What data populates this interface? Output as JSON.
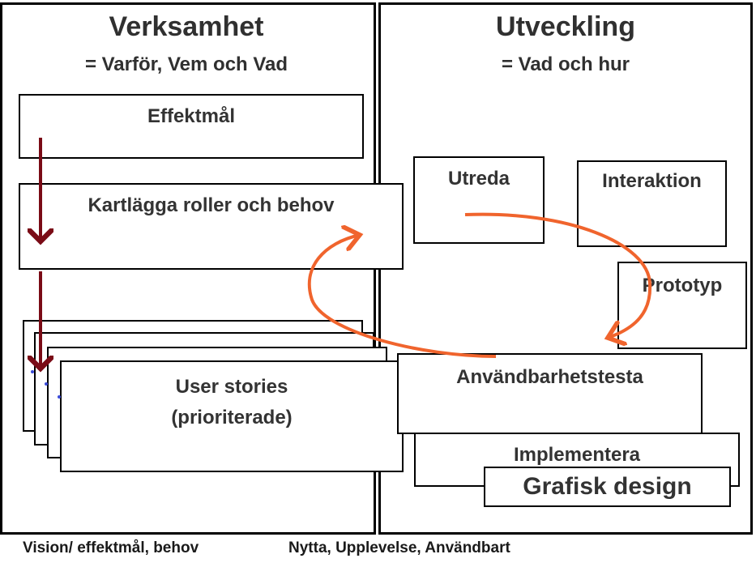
{
  "left": {
    "title": "Verksamhet",
    "subtitle": "= Varför, Vem och Vad",
    "boxes": {
      "effektmal": "Effektmål",
      "kartlagga": "Kartlägga roller och behov",
      "user_stories": "User stories (prioriterade)"
    },
    "footer": "Vision/ effektmål, behov"
  },
  "right": {
    "title": "Utveckling",
    "subtitle": "= Vad och hur",
    "boxes": {
      "utreda": "Utreda",
      "interaktion": "Interaktion",
      "prototyp": "Prototyp",
      "anvandbarhetstesta": "Användbarhetstesta",
      "implementera": "Implementera",
      "grafisk_design": "Grafisk design"
    },
    "footer": "Nytta, Upplevelse, Användbart"
  },
  "colors": {
    "flow_arrow": "#7a0b16",
    "cycle_arrow": "#f0642d"
  }
}
